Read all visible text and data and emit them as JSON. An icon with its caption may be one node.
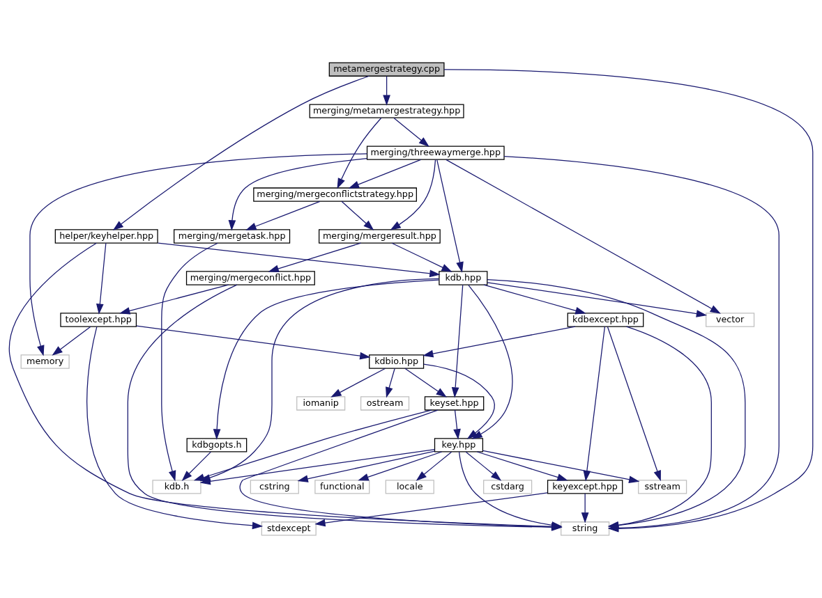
{
  "diagram": {
    "nodes": [
      {
        "text": [
          "metamergestrategy.cpp"
        ]
      },
      {
        "text": [
          "merging/metamergestrategy.hpp"
        ]
      },
      {
        "text": [
          "merging/threewaymerge.hpp"
        ]
      },
      {
        "text": [
          "merging/mergeconflictstrategy.hpp"
        ]
      },
      {
        "text": [
          "helper/keyhelper.hpp"
        ]
      },
      {
        "text": [
          "merging/mergeresult.hpp"
        ]
      },
      {
        "text": [
          "merging/mergetask.hpp"
        ]
      },
      {
        "text": [
          "merging/mergeconflict.hpp"
        ]
      },
      {
        "text": [
          "kdb.hpp"
        ]
      },
      {
        "text": [
          "toolexcept.hpp"
        ]
      },
      {
        "text": [
          "kdbexcept.hpp"
        ]
      },
      {
        "text": [
          "vector"
        ]
      },
      {
        "text": [
          "memory"
        ]
      },
      {
        "text": [
          "kdbio.hpp"
        ]
      },
      {
        "text": [
          "iomanip"
        ]
      },
      {
        "text": [
          "ostream"
        ]
      },
      {
        "text": [
          "keyset.hpp"
        ]
      },
      {
        "text": [
          "key.hpp"
        ]
      },
      {
        "text": [
          "kdbgopts.h"
        ]
      },
      {
        "text": [
          "keyexcept.hpp"
        ]
      },
      {
        "text": [
          "cstdarg"
        ]
      },
      {
        "text": [
          "cstring"
        ]
      },
      {
        "text": [
          "functional"
        ]
      },
      {
        "text": [
          "locale"
        ]
      },
      {
        "text": [
          "sstream"
        ]
      },
      {
        "text": [
          "kdb.h"
        ]
      },
      {
        "text": [
          "stdexcept"
        ]
      },
      {
        "text": [
          "string"
        ]
      }
    ],
    "edges": [
      {
        "from": 0,
        "to": 1,
        "arrow": "to"
      },
      {
        "from": 0,
        "to": 4,
        "arrow": "to"
      },
      {
        "from": 0,
        "to": 27,
        "arrow": "to"
      },
      {
        "from": 1,
        "to": 2,
        "arrow": "to"
      },
      {
        "from": 1,
        "to": 3,
        "arrow": "to"
      },
      {
        "from": 2,
        "to": 3,
        "arrow": "to"
      },
      {
        "from": 2,
        "to": 5,
        "arrow": "to"
      },
      {
        "from": 2,
        "to": 6,
        "arrow": "to"
      },
      {
        "from": 2,
        "to": 8,
        "arrow": "to"
      },
      {
        "from": 2,
        "to": 11,
        "arrow": "to"
      },
      {
        "from": 2,
        "to": 12,
        "arrow": "to"
      },
      {
        "from": 2,
        "to": 27,
        "arrow": "to"
      },
      {
        "from": 3,
        "to": 5,
        "arrow": "to"
      },
      {
        "from": 3,
        "to": 6,
        "arrow": "to"
      },
      {
        "from": 4,
        "to": 8,
        "arrow": "to"
      },
      {
        "from": 4,
        "to": 9,
        "arrow": "to"
      },
      {
        "from": 4,
        "to": 27,
        "arrow": "to"
      },
      {
        "from": 5,
        "to": 7,
        "arrow": "to"
      },
      {
        "from": 5,
        "to": 8,
        "arrow": "to"
      },
      {
        "from": 6,
        "to": 25,
        "arrow": "to"
      },
      {
        "from": 7,
        "to": 9,
        "arrow": "to"
      },
      {
        "from": 7,
        "to": 27,
        "arrow": "to"
      },
      {
        "from": 8,
        "to": 17,
        "arrow": "to"
      },
      {
        "from": 8,
        "to": 10,
        "arrow": "to"
      },
      {
        "from": 8,
        "to": 11,
        "arrow": "to"
      },
      {
        "from": 8,
        "to": 25,
        "arrow": "to"
      },
      {
        "from": 8,
        "to": 27,
        "arrow": "to"
      },
      {
        "from": 8,
        "to": 16,
        "arrow": "to"
      },
      {
        "from": 8,
        "to": 18,
        "arrow": "to"
      },
      {
        "from": 9,
        "to": 12,
        "arrow": "to"
      },
      {
        "from": 9,
        "to": 26,
        "arrow": "to"
      },
      {
        "from": 9,
        "to": 13,
        "arrow": "to"
      },
      {
        "from": 10,
        "to": 13,
        "arrow": "to"
      },
      {
        "from": 10,
        "to": 19,
        "arrow": "to"
      },
      {
        "from": 10,
        "to": 24,
        "arrow": "to"
      },
      {
        "from": 10,
        "to": 27,
        "arrow": "to"
      },
      {
        "from": 13,
        "to": 14,
        "arrow": "to"
      },
      {
        "from": 13,
        "to": 15,
        "arrow": "to"
      },
      {
        "from": 13,
        "to": 17,
        "arrow": "to"
      },
      {
        "from": 13,
        "to": 16,
        "arrow": "to"
      },
      {
        "from": 16,
        "to": 17,
        "arrow": "to"
      },
      {
        "from": 16,
        "to": 25,
        "arrow": "to"
      },
      {
        "from": 16,
        "to": 27,
        "arrow": "to"
      },
      {
        "from": 17,
        "to": 19,
        "arrow": "to"
      },
      {
        "from": 17,
        "to": 20,
        "arrow": "to"
      },
      {
        "from": 17,
        "to": 21,
        "arrow": "to"
      },
      {
        "from": 17,
        "to": 22,
        "arrow": "to"
      },
      {
        "from": 17,
        "to": 23,
        "arrow": "to"
      },
      {
        "from": 17,
        "to": 24,
        "arrow": "to"
      },
      {
        "from": 17,
        "to": 25,
        "arrow": "to"
      },
      {
        "from": 17,
        "to": 27,
        "arrow": "to"
      },
      {
        "from": 18,
        "to": 25,
        "arrow": "to"
      },
      {
        "from": 19,
        "to": 26,
        "arrow": "to"
      },
      {
        "from": 19,
        "to": 27,
        "arrow": "to"
      }
    ]
  }
}
